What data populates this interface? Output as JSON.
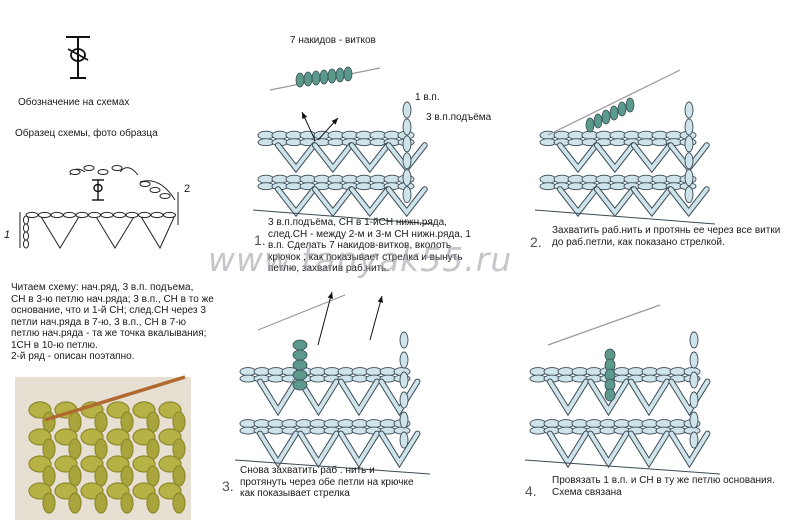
{
  "legend": {
    "label": "Обозначение на схемах",
    "sample_label": "Образец  схемы, фото образца",
    "scheme_side_mark": "2",
    "scheme_row_mark": "1"
  },
  "read_scheme": "Читаем схему:  нач.ряд, 3 в.п. подъема,\nСН в 3-ю петлю нач.ряда; 3 в.п., СН в то же\nоснование, что и 1-й СН;  след.СН через 3\nпетли нач.ряда в 7-ю, 3 в.п., СН в 7-ю\nпетлю нач.ряда - та же точка вкалывания;\n1СН в 10-ю петлю.\n2-й ряд - описан поэтапно.",
  "steps": [
    {
      "number": "1.",
      "text": "3 в.п.подъёма, СН в 1-йСН нижн.ряда,\nслед.СН - между 2-м и 3-м СН нижн.ряда, 1\nв.п.    Сделать 7 накидов-витков, вколоть\nкрючок , как показывает стрелка и вынуть\nпетлю, захватив раб.нить.",
      "labels": [
        "7  накидов - витков",
        "1 в.п.",
        "3 в.п.подъёма"
      ]
    },
    {
      "number": "2.",
      "text": "Захватить раб.нить и протянь ее через все  витки\nдо раб.петли, как показано стрелкой."
    },
    {
      "number": "3.",
      "text": "Снова захватить раб . нить и\nпротянуть через обе петли на крючке\nкак показывает стрелка"
    },
    {
      "number": "4.",
      "text": "Провязать 1 в.п. и СН в ту же петлю основания.\nСхема связана"
    }
  ],
  "watermark": "www.tanyak55.ru",
  "colors": {
    "yarn_light": "#cfe3ea",
    "yarn_outline": "#3a4a55",
    "yarn_working": "#5b9a8a",
    "hook": "#9a9a9a",
    "swatch_yarn": "#b6b246",
    "swatch_bg": "#e7dfd2",
    "watermark": "#9696a0"
  }
}
